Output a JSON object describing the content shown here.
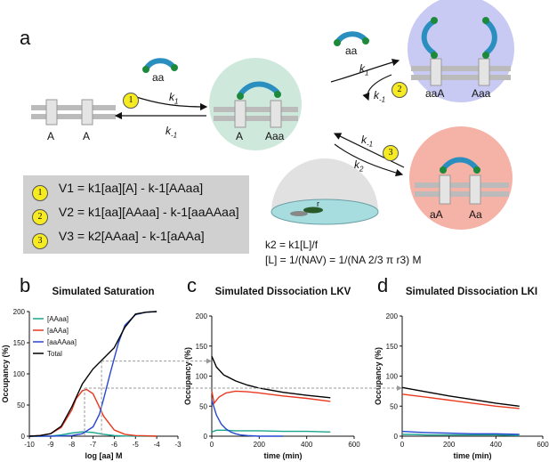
{
  "panel_a": {
    "letter": "a",
    "labels": {
      "A1": "A",
      "A2": "A",
      "aa_top": "aa",
      "aa_right": "aa",
      "A_mid": "A",
      "Aaa_mid": "Aaa",
      "aaA": "aaA",
      "Aaa_r": "Aaa",
      "aA": "aA",
      "Aa": "Aa"
    },
    "rates": {
      "k1_left": "k",
      "k1_left_sub": "1",
      "km1_left": "k",
      "km1_left_sub": "-1",
      "k1_right": "k",
      "k1_right_sub": "1",
      "km1_right": "k",
      "km1_right_sub": "-1",
      "km1_low": "k",
      "km1_low_sub": "-1",
      "k2_low": "k",
      "k2_low_sub": "2"
    },
    "badges": [
      "1",
      "2",
      "3"
    ],
    "equations": [
      {
        "badge": "1",
        "text": "V1 = k1[aa][A] - k-1[AAaa]"
      },
      {
        "badge": "2",
        "text": "V2 = k1[aa][AAaa] - k-1[aaAAaa]"
      },
      {
        "badge": "3",
        "text": "V3 = k2[AAaa] - k-1[aAAa]"
      }
    ],
    "formula1": "k2 = k1[L]/f",
    "formula2": "[L] = 1/(NAV) = 1/(NA 2/3 π r3) M",
    "r_label": "r"
  },
  "chart_data": [
    {
      "panel": "b",
      "type": "line",
      "title": "Simulated Saturation",
      "xlabel": "log [aa] M",
      "ylabel": "Occupancy (%)",
      "xlim": [
        -10,
        -3
      ],
      "ylim": [
        0,
        200
      ],
      "xticks": [
        "-10",
        "-9",
        "-8",
        "-7",
        "-6",
        "-5",
        "-4",
        "-3"
      ],
      "yticks": [
        "0",
        "50",
        "100",
        "150",
        "200"
      ],
      "legend": "top-left",
      "series": [
        {
          "name": "[AAaa]",
          "color": "#1aa58f",
          "x": [
            -10,
            -9,
            -8.5,
            -8,
            -7.5,
            -7,
            -6.5,
            -6,
            -5.5,
            -5,
            -4
          ],
          "y": [
            0,
            0.3,
            2,
            5,
            7,
            6,
            3,
            1,
            0.3,
            0.1,
            0
          ]
        },
        {
          "name": "[aAAa]",
          "color": "#e8391e",
          "x": [
            -10,
            -9.5,
            -9,
            -8.5,
            -8,
            -7.8,
            -7.5,
            -7.3,
            -7,
            -6.8,
            -6.5,
            -6,
            -5.5,
            -5,
            -4.5,
            -4
          ],
          "y": [
            0,
            1,
            4,
            14,
            42,
            60,
            73,
            75,
            68,
            54,
            32,
            10,
            3,
            1,
            0.5,
            0
          ]
        },
        {
          "name": "[aaAAaa]",
          "color": "#2447d0",
          "x": [
            -10,
            -9,
            -8,
            -7.5,
            -7,
            -6.7,
            -6.5,
            -6.2,
            -6,
            -5.8,
            -5.5,
            -5,
            -4.5,
            -4
          ],
          "y": [
            0,
            0,
            1,
            4,
            15,
            35,
            60,
            100,
            125,
            150,
            178,
            195,
            199,
            200
          ]
        },
        {
          "name": "Total",
          "color": "#000000",
          "x": [
            -10,
            -9.5,
            -9,
            -8.5,
            -8,
            -7.5,
            -7,
            -6.5,
            -6,
            -5.5,
            -5,
            -4.5,
            -4
          ],
          "y": [
            0,
            1,
            4,
            16,
            47,
            84,
            108,
            125,
            142,
            175,
            196,
            199,
            200
          ]
        }
      ]
    },
    {
      "panel": "c",
      "type": "line",
      "title": "Simulated Dissociation LKV",
      "xlabel": "time (min)",
      "ylabel": "Occupancy (%)",
      "xlim": [
        0,
        600
      ],
      "ylim": [
        0,
        200
      ],
      "xticks": [
        "0",
        "200",
        "400",
        "600"
      ],
      "yticks": [
        "0",
        "50",
        "100",
        "150",
        "200"
      ],
      "series": [
        {
          "name": "[AAaa]",
          "color": "#1aa58f",
          "x": [
            0,
            20,
            50,
            100,
            200,
            300,
            400,
            500
          ],
          "y": [
            7,
            10,
            10,
            9,
            9,
            8,
            8,
            7
          ]
        },
        {
          "name": "[aAAa]",
          "color": "#e8391e",
          "x": [
            0,
            10,
            30,
            60,
            100,
            150,
            200,
            300,
            400,
            500
          ],
          "y": [
            75,
            55,
            65,
            72,
            75,
            74,
            72,
            67,
            63,
            58
          ]
        },
        {
          "name": "[aaAAaa]",
          "color": "#2447d0",
          "x": [
            0,
            20,
            40,
            60,
            80,
            100,
            120,
            150,
            200,
            300
          ],
          "y": [
            60,
            35,
            20,
            12,
            7,
            4,
            2,
            1,
            0,
            0
          ]
        },
        {
          "name": "Total",
          "color": "#000000",
          "x": [
            0,
            20,
            50,
            100,
            150,
            200,
            300,
            400,
            500
          ],
          "y": [
            133,
            115,
            102,
            92,
            85,
            80,
            73,
            68,
            64
          ]
        }
      ]
    },
    {
      "panel": "d",
      "type": "line",
      "title": "Simulated Dissociation LKI",
      "xlabel": "time (min)",
      "ylabel": "Occupancy (%)",
      "xlim": [
        0,
        600
      ],
      "ylim": [
        0,
        200
      ],
      "xticks": [
        "0",
        "200",
        "400",
        "600"
      ],
      "yticks": [
        "0",
        "50",
        "100",
        "150",
        "200"
      ],
      "series": [
        {
          "name": "[AAaa]",
          "color": "#1aa58f",
          "x": [
            0,
            50,
            100,
            200,
            300,
            400,
            500
          ],
          "y": [
            3,
            3,
            2,
            2,
            2,
            2,
            1
          ]
        },
        {
          "name": "[aAAa]",
          "color": "#e8391e",
          "x": [
            0,
            100,
            200,
            300,
            400,
            500
          ],
          "y": [
            70,
            65,
            60,
            55,
            50,
            46
          ]
        },
        {
          "name": "[aaAAaa]",
          "color": "#2447d0",
          "x": [
            0,
            50,
            100,
            200,
            300,
            400,
            500
          ],
          "y": [
            8,
            7,
            6,
            5,
            4,
            4,
            3
          ]
        },
        {
          "name": "Total",
          "color": "#000000",
          "x": [
            0,
            100,
            200,
            300,
            400,
            500
          ],
          "y": [
            81,
            74,
            67,
            61,
            55,
            50
          ]
        }
      ]
    }
  ],
  "panel_letters": {
    "b": "b",
    "c": "c",
    "d": "d"
  },
  "colors": {
    "green_bg": "#cfe8dc",
    "blue_bg": "#c9caf3",
    "red_bg": "#f5b2a6",
    "badge": "#f6ea20",
    "box": "#d0d0d0"
  }
}
